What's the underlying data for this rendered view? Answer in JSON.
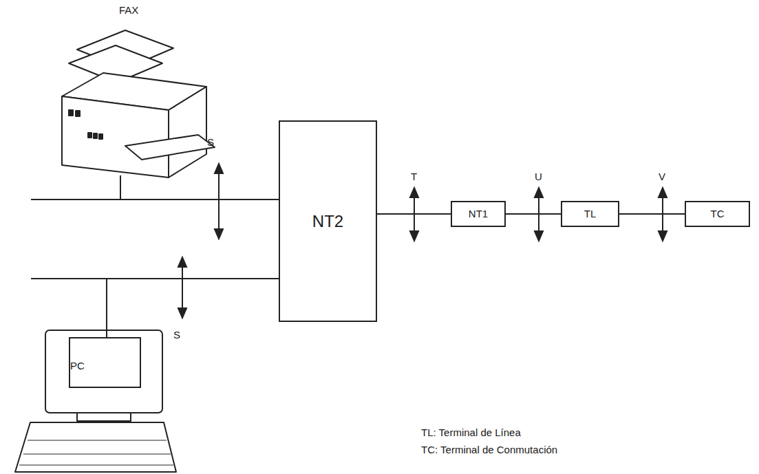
{
  "diagram": {
    "nodes": [
      {
        "text": [
          "FAX"
        ]
      },
      {
        "text": [
          "PC"
        ]
      },
      {
        "text": [
          "NT2"
        ]
      },
      {
        "text": [
          "NT1"
        ]
      },
      {
        "text": [
          "TL"
        ]
      },
      {
        "text": [
          "TC"
        ]
      }
    ],
    "edges": [
      {
        "from": 0,
        "to": 2,
        "arrow": "none"
      },
      {
        "from": 1,
        "to": 2,
        "arrow": "none"
      },
      {
        "from": 2,
        "to": 3,
        "arrow": "none"
      },
      {
        "from": 3,
        "to": 4,
        "arrow": "none"
      },
      {
        "from": 4,
        "to": 5,
        "arrow": "none"
      }
    ],
    "labels": [
      "S",
      "S",
      "T",
      "U",
      "V",
      "TL: Terminal de Línea",
      "TC: Terminal de Conmutación"
    ]
  }
}
